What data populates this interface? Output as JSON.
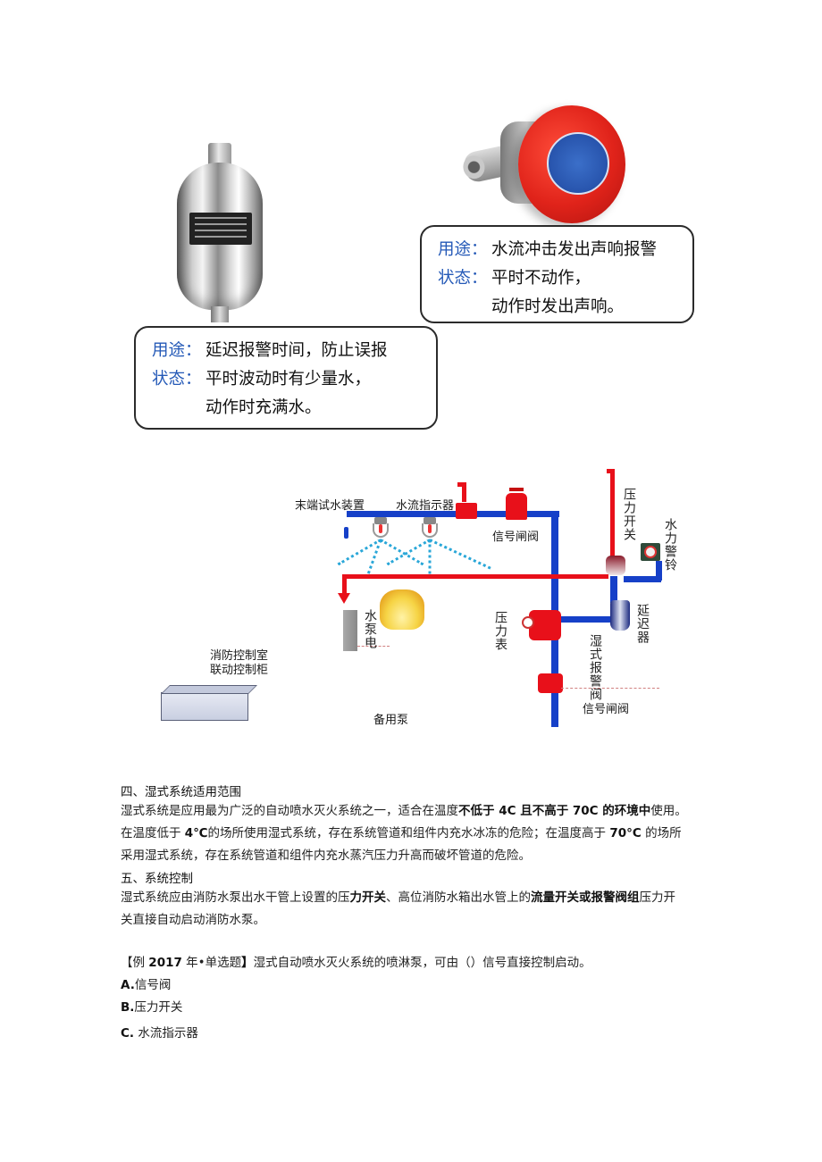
{
  "images": {
    "retard_chamber": {
      "icon": "retard-chamber-tank"
    },
    "alarm_bell": {
      "icon": "water-motor-alarm-bell"
    }
  },
  "callouts": {
    "retard_chamber": {
      "use_label": "用途：",
      "use_text": "延迟报警时间，防止误报",
      "state_label": "状态：",
      "state_line1": "平时波动时有少量水，",
      "state_line2": "动作时充满水。"
    },
    "alarm_bell": {
      "use_label": "用途：",
      "use_text": "水流冲击发出声响报警",
      "state_label": "状态：",
      "state_line1": "平时不动作，",
      "state_line2": "动作时发出声响。"
    }
  },
  "diagram": {
    "labels": {
      "end_test": "末端试水装置",
      "flow_indicator": "水流指示器",
      "signal_valve_top": "信号闸阀",
      "pressure_switch": "压力开关",
      "water_bell": "水力警铃",
      "pump_power": "水泵电",
      "pressure_gauge": "压力表",
      "retard": "延迟器",
      "alarm_valve": "湿式报警阀",
      "signal_valve_bottom": "信号闸阀",
      "control_room_1": "消防控制室",
      "control_room_2": "联动控制柜",
      "backup_pump": "备用泵"
    },
    "colors": {
      "water_pipe": "#1640c8",
      "signal_line": "#e8101a",
      "spray": "#2aa7d8"
    }
  },
  "section4": {
    "heading": "四、湿式系统适用范围",
    "p1_a": "湿式系统是应用最为广泛的自动喷水灭火系统之一，适合在温度",
    "p1_b": "不低于 4C 且不高于 70C 的环境中",
    "p1_c": "使用。",
    "p2_a": "在温度低于 ",
    "p2_b": "4℃",
    "p2_c": "的场所使用湿式系统，存在系统管道和组件内充水冰冻的危险；在温度高于 ",
    "p2_d": "70°C",
    "p2_e": " 的场所",
    "p3": "采用湿式系统，存在系统管道和组件内充水蒸汽压力升高而破坏管道的危险。"
  },
  "section5": {
    "heading": "五、系统控制",
    "p1_a": "湿式系统应由消防水泵出水干管上设置的压",
    "p1_b": "力开关",
    "p1_c": "、高位消防水箱出水管上的",
    "p1_d": "流量开关或报警阀组",
    "p1_e": "压力开",
    "p2": "关直接自动启动消防水泵。"
  },
  "question": {
    "tag_open": "【例 ",
    "year": "2017",
    "tag_rest": " 年•单选题",
    "tag_close": "】",
    "stem": "湿式自动喷水灭火系统的喷淋泵，可由（）信号直接控制启动。",
    "options": [
      {
        "key": "A.",
        "text": "信号阀"
      },
      {
        "key": "B.",
        "text": "压力开关"
      },
      {
        "key": "C.",
        "text": " 水流指示器"
      }
    ]
  }
}
